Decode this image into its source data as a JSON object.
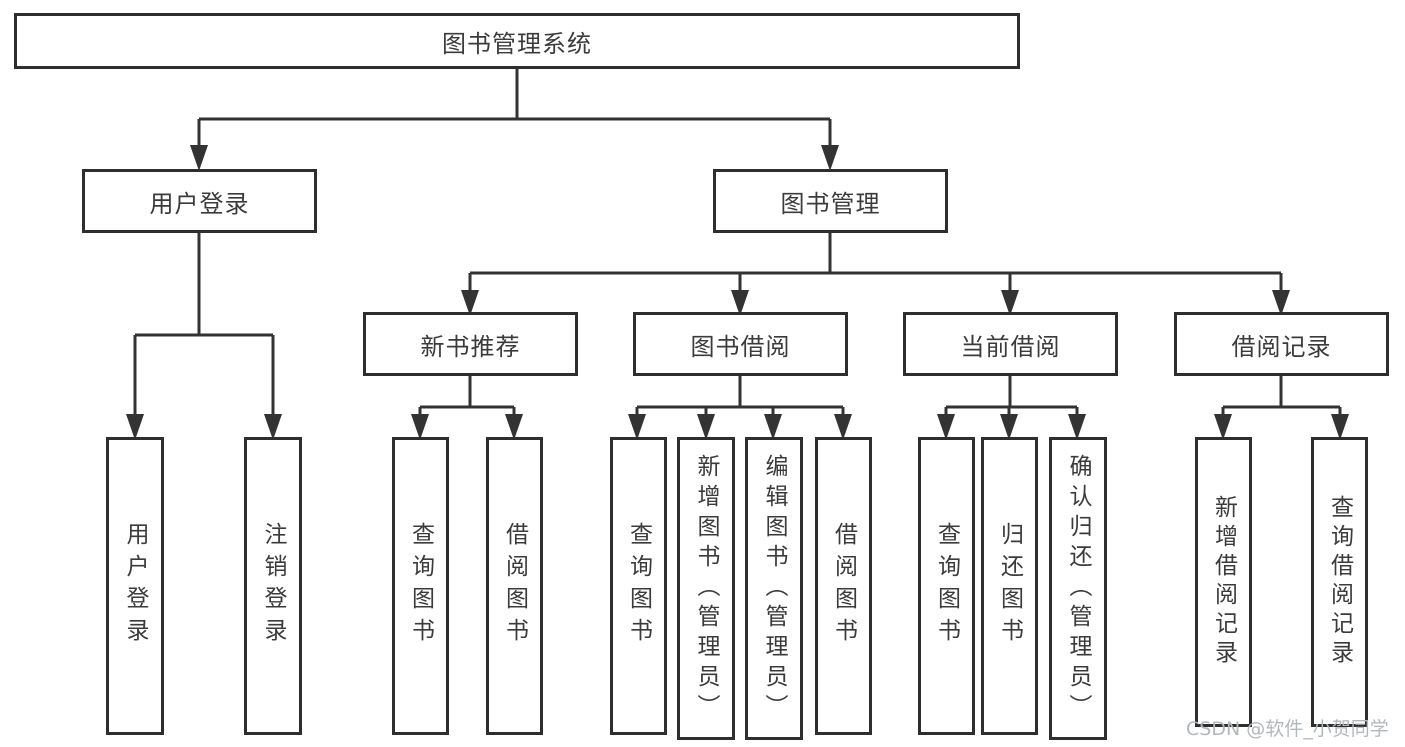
{
  "diagram": {
    "root": {
      "label": "图书管理系统"
    },
    "branches": [
      {
        "label": "用户登录",
        "children": [
          {
            "label": "用户登录"
          },
          {
            "label": "注销登录"
          }
        ]
      },
      {
        "label": "图书管理",
        "children": [
          {
            "label": "新书推荐",
            "children": [
              {
                "label": "查询图书"
              },
              {
                "label": "借阅图书"
              }
            ]
          },
          {
            "label": "图书借阅",
            "children": [
              {
                "label": "查询图书"
              },
              {
                "label": "新增图书（管理员）"
              },
              {
                "label": "编辑图书（管理员）"
              },
              {
                "label": "借阅图书"
              }
            ]
          },
          {
            "label": "当前借阅",
            "children": [
              {
                "label": "查询图书"
              },
              {
                "label": "归还图书"
              },
              {
                "label": "确认归还（管理员）"
              }
            ]
          },
          {
            "label": "借阅记录",
            "children": [
              {
                "label": "新增借阅记录"
              },
              {
                "label": "查询借阅记录"
              }
            ]
          }
        ]
      }
    ]
  },
  "watermark": {
    "text": "CSDN @软件_小贺同学"
  },
  "colors": {
    "line": "#333333",
    "border": "#2e2e2e",
    "text": "#3b3b3b",
    "watermark_text": "#b3b7bc",
    "background": "#ffffff"
  }
}
